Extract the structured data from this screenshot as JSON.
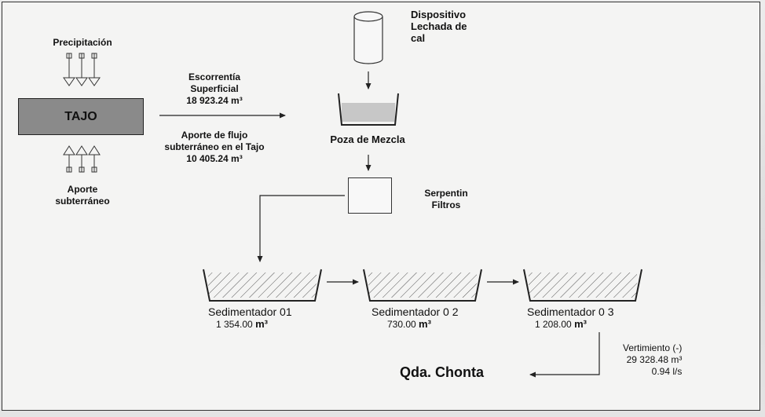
{
  "diagram": {
    "precipitacion": "Precipitación",
    "tajo": "TAJO",
    "aporte_subterraneo": [
      "Aporte",
      "subterráneo"
    ],
    "escorrentia": {
      "label": [
        "Escorrentía",
        "Superficial"
      ],
      "value": "18 923.24",
      "unit": "m³"
    },
    "aporte_flujo": {
      "label": [
        "Aporte de flujo",
        "subterráneo en el Tajo"
      ],
      "value": "10 405.24",
      "unit": "m³"
    },
    "dispositivo": [
      "Dispositivo",
      "Lechada de",
      "cal"
    ],
    "poza": "Poza de Mezcla",
    "serpentin": [
      "Serpentin",
      "Filtros"
    ],
    "sedimentadores": [
      {
        "name": "Sedimentador 01",
        "value": "1 354.00",
        "unit": "m³"
      },
      {
        "name": "Sedimentador 0 2",
        "value": "730.00",
        "unit": "m³"
      },
      {
        "name": "Sedimentador 0 3",
        "value": "1 208.00",
        "unit": "m³"
      }
    ],
    "vertimiento": {
      "label": "Vertimiento (-)",
      "value": "29 328.48",
      "unit": "m³",
      "flow": "0.94 l/s"
    },
    "destino": "Qda. Chonta"
  }
}
